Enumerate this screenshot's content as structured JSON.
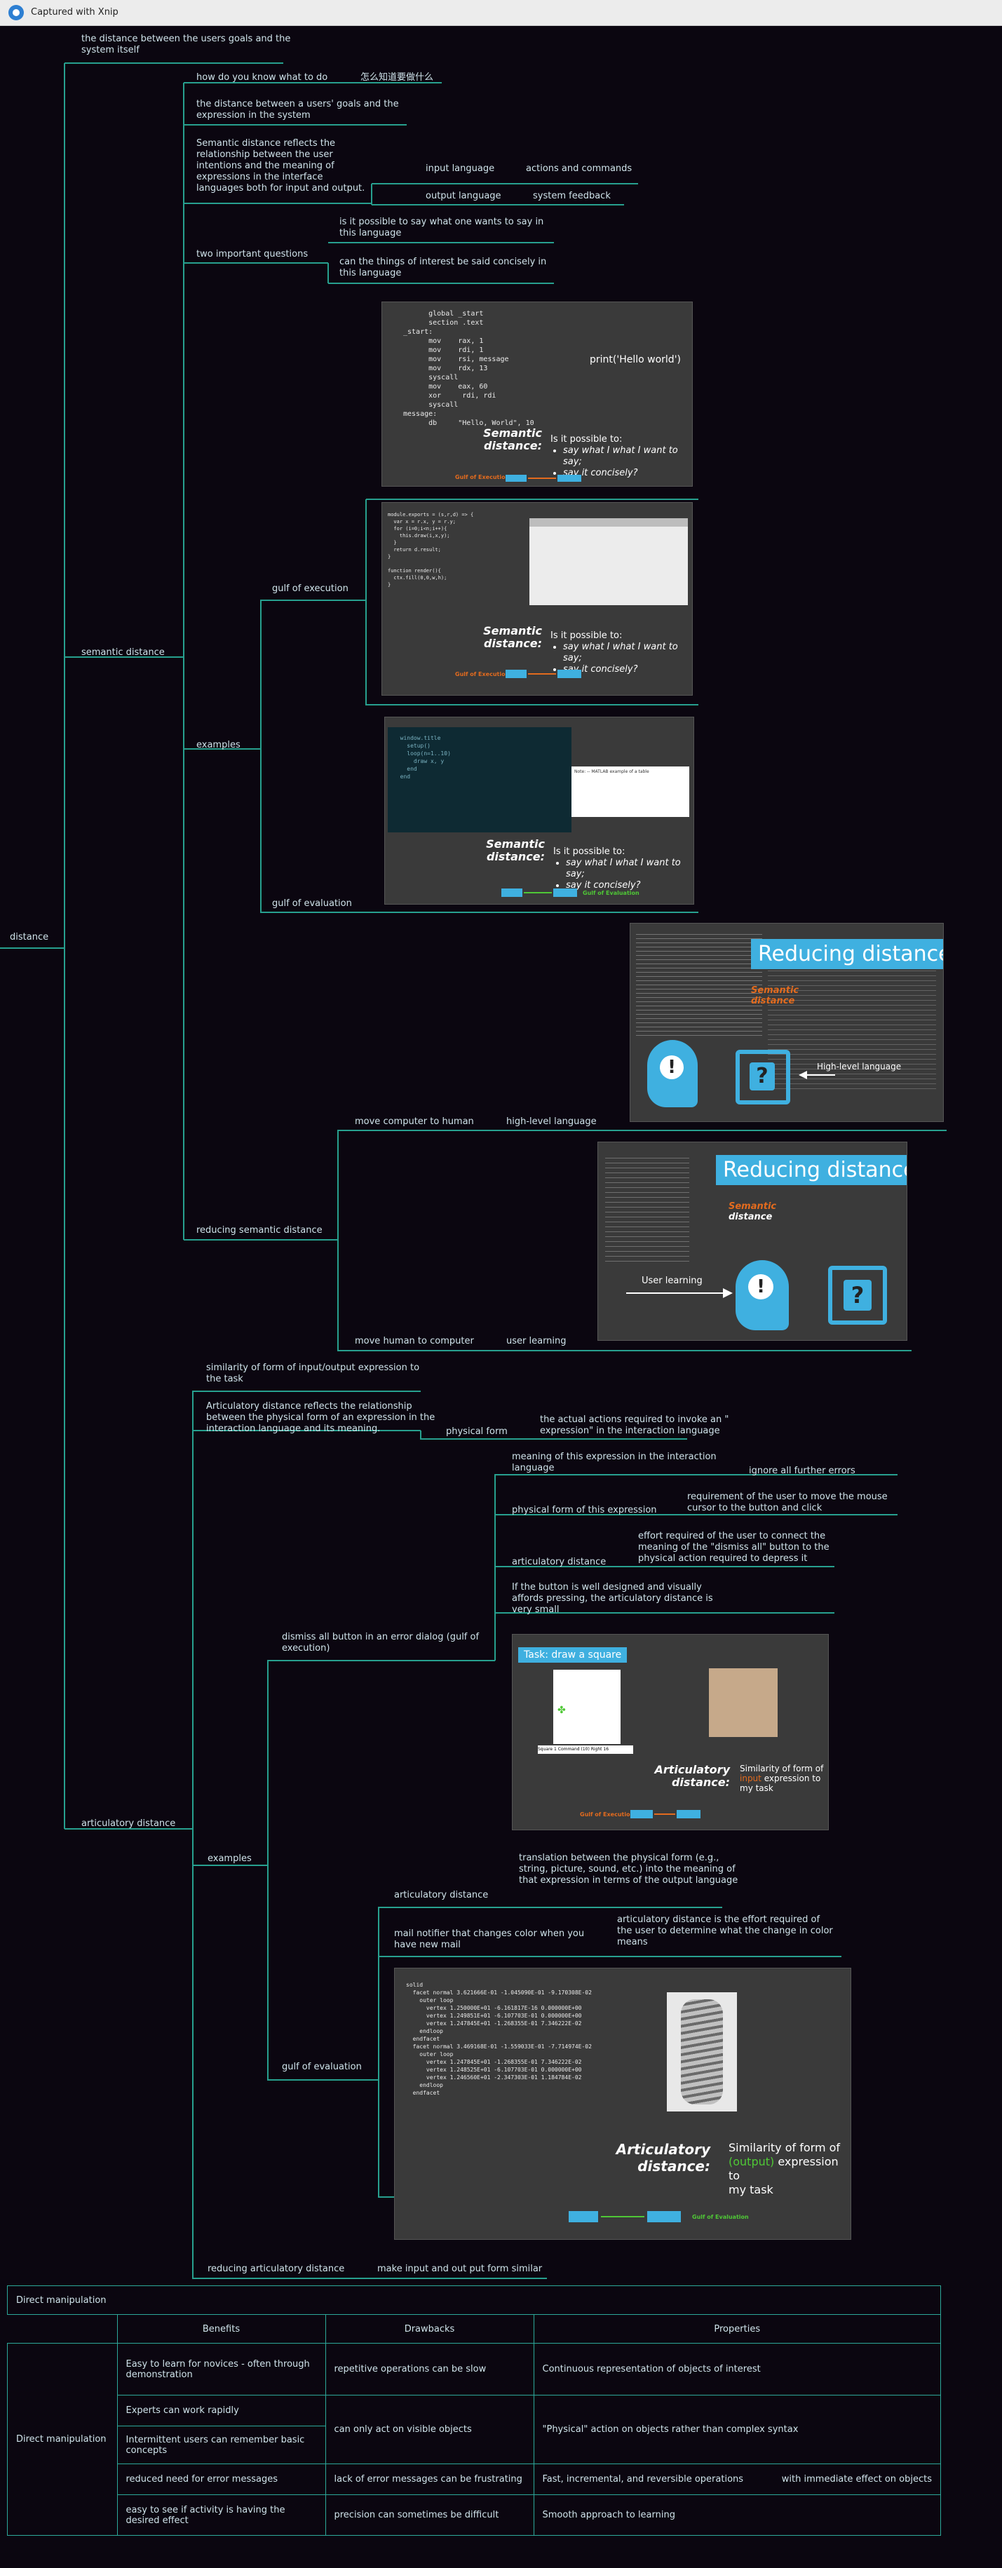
{
  "window": {
    "title": "Captured with Xnip"
  },
  "root": "distance",
  "n1": "the distance between the users goals and the system itself",
  "sem": {
    "label": "semantic distance",
    "how": "how do you know what to do",
    "how_cn": "怎么知道要做什么",
    "dist": "the distance between a users' goals and the expression in the system",
    "reflect": "Semantic distance reflects the relationship between the user intentions and the meaning of expressions in the interface languages both for input and output.",
    "input_lang": "input language",
    "actions": "actions and commands",
    "output_lang": "output language",
    "feedback": "system feedback",
    "questions": "two important questions",
    "q1": "is it possible to say what one wants to say in this language",
    "q2": "can the things of interest be said concisely in this language",
    "examples": "examples",
    "goe": "gulf of execution",
    "goev": "gulf of evaluation",
    "reducing": "reducing semantic distance",
    "mc2h": "move computer to human",
    "hll": "high-level language",
    "mh2c": "move human to computer",
    "ul": "user learning"
  },
  "slides": {
    "s1_code": "      global _start\n      section .text\n_start:\n      mov    rax, 1\n      mov    rdi, 1\n      mov    rsi, message\n      mov    rdx, 13\n      syscall\n      mov    eax, 60\n      xor     rdi, rdi\n      syscall\nmessage:\n      db     \"Hello, World\", 10",
    "s1_print": "print('Hello world')",
    "sem1": "Semantic",
    "sem2": "distance:",
    "isit": "Is it possible to:",
    "b1": "say what I what I want to say;",
    "b2": "say it concisely?",
    "goe": "Gulf of Execution",
    "goev": "Gulf of Evaluation",
    "s2_code": "module.exports = (s,r,d) => {\n  var x = r.x, y = r.y;\n  for (i=0;i<n;i++){\n    this.draw(i,x,y);\n  }\n  return d.result;\n}\n\nfunction render(){\n  ctx.fill(0,0,w,h);\n}",
    "s3_code": "  window.title\n    setup()\n    loop(n=1..10)\n      draw x, y\n    end\n  end",
    "s3_note": "Note: -- MATLAB example of a table",
    "red": "Reducing distance",
    "semd1": "Semantic",
    "semd2": "distance",
    "hll": "High-level language",
    "ul": "User learning",
    "task": "Task: draw a square",
    "art1": "Articulatory",
    "art2": "distance:",
    "sim": "Similarity of form of",
    "input": "input",
    "outpu": "(output)",
    "expr": "expression to",
    "mytask": "my task",
    "s_input_cmd": "Square 1  Command  (10) Right  16"
  },
  "art": {
    "label": "articulatory distance",
    "sim": "similarity of form of input/output expression to the task",
    "reflect": "Articulatory distance reflects the relationship between the physical form of an expression in the interaction language and its meaning.",
    "pf": "physical form",
    "actual": "the actual actions required to invoke an \" expression\" in the interaction language",
    "meaning": "meaning of this expression in the interaction language",
    "ignore": "ignore all further errors",
    "pfe": "physical form of this expression",
    "req": "requirement of the user to move the mouse cursor to the button and click",
    "ad": "articulatory distance",
    "effort": "effort required of the user to connect the meaning of the \"dismiss all\" button to the physical action required to depress it",
    "ifbtn": "If the button is well designed and visually affords pressing, the articulatory distance is very small",
    "dismiss": "dismiss all button in an error dialog (gulf of execution)",
    "examples": "examples",
    "goev": "gulf of evaluation",
    "translation": "translation between the physical form (e.g., string, picture, sound, etc.) into the meaning of that expression in terms of the output language",
    "ad2": "articulatory distance",
    "mail": "mail notifier that changes color when you have new mail",
    "effort2": "articulatory distance is the effort required of the user to determine what the change in color means",
    "reducing": "reducing articulatory distance",
    "make": "make input and out put form similar",
    "s_code": "solid\n  facet normal 3.621666E-01 -1.045090E-01 -9.170308E-02\n    outer loop\n      vertex 1.250000E+01 -6.161817E-16 0.000000E+00\n      vertex 1.249851E+01 -6.107703E-01 0.000000E+00\n      vertex 1.247845E+01 -1.268355E-01 7.346222E-02\n    endloop\n  endfacet\n  facet normal 3.469168E-01 -1.559033E-01 -7.714974E-02\n    outer loop\n      vertex 1.247845E+01 -1.268355E-01 7.346222E-02\n      vertex 1.248525E+01 -6.107703E-01 0.000000E+00\n      vertex 1.246560E+01 -2.347303E-01 1.184784E-02\n    endloop\n  endfacet"
  },
  "table": {
    "title": "Direct manipulation",
    "headers": [
      "Benefits",
      "Drawbacks",
      "Properties"
    ],
    "rowlabel": "Direct manipulation",
    "benefits": [
      "Easy to learn for novices - often through demonstration",
      "Experts can work rapidly",
      "Intermittent users can remember basic concepts",
      "reduced need for error messages",
      "easy to see if activity is having the desired effect"
    ],
    "drawbacks": [
      "repetitive operations can be slow",
      "can only act on visible objects",
      "lack of error messages can be frustrating",
      "precision can sometimes be difficult"
    ],
    "properties": [
      "Continuous representation of objects of interest",
      "\"Physical\" action on objects rather than complex syntax",
      "Fast, incremental, and reversible operations",
      "Smooth approach to learning"
    ],
    "immediate": "with immediate effect on objects"
  }
}
